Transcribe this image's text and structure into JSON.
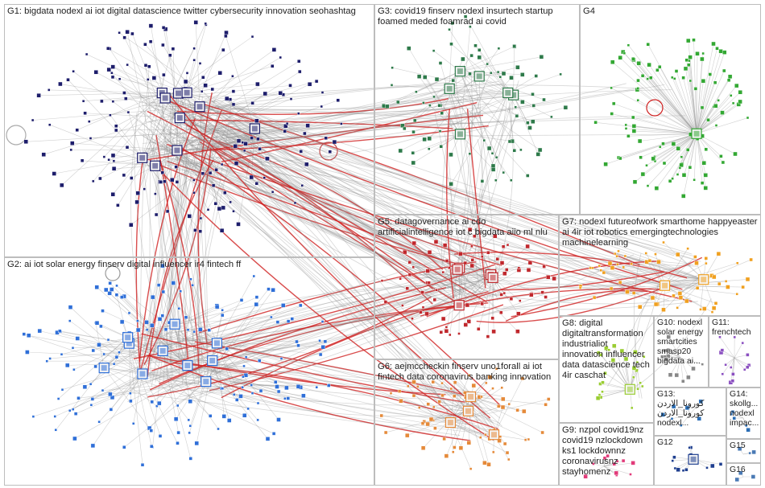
{
  "groups": [
    {
      "id": "G1",
      "label": "G1: bigdata nodexl ai iot digital datascience twitter cybersecurity innovation seohashtag",
      "color": "#1d1d6b"
    },
    {
      "id": "G2",
      "label": "G2: ai iot solar energy finserv digital influencer ir4 fintech ff",
      "color": "#2f6fd8"
    },
    {
      "id": "G3",
      "label": "G3: covid19 finserv nodexl insurtech startup foamed meded foamrad ai covid",
      "color": "#2e7a4a"
    },
    {
      "id": "G4",
      "label": "G4",
      "color": "#33a833"
    },
    {
      "id": "G5",
      "label": "G5: datagovernance ai cdo artificialintelligence iot c bigdata aiio ml nlu",
      "color": "#c0282d"
    },
    {
      "id": "G6",
      "label": "G6: aejmccheckin finserv uno1forall ai iot fintech data coronavirus banking innovation",
      "color": "#e58a3a"
    },
    {
      "id": "G7",
      "label": "G7: nodexl futureofwork smarthome happyeaster ai 4ir iot robotics emergingtechnologies machinelearning",
      "color": "#f0a020"
    },
    {
      "id": "G8",
      "label": "G8: digital digitaltransformation industrialiot innovation influencer data datascience tech 4ir caschat",
      "color": "#9acd32"
    },
    {
      "id": "G9",
      "label": "G9: nzpol covid19nz covid19 nzlockdown ks1 lockdownnz coronavirusnz stayhomenz",
      "color": "#e23b7a"
    },
    {
      "id": "G10",
      "label": "G10: nodexl solar energy smartcities smasp20 bigdata ai...",
      "color": "#888888"
    },
    {
      "id": "G11",
      "label": "G11: frenchtech",
      "color": "#8a4fc0"
    },
    {
      "id": "G12",
      "label": "G12",
      "color": "#1f3f8f"
    },
    {
      "id": "G13",
      "label": "G13: كورونا_الاردن كورونا_الاردن nodexl...",
      "color": "#2a6db5"
    },
    {
      "id": "G14",
      "label": "G14: skollg... nodexl impac...",
      "color": "#2a6db5"
    },
    {
      "id": "G15",
      "label": "G15",
      "color": "#4a7ab5"
    },
    {
      "id": "G16",
      "label": "G16",
      "color": "#4a7ab5"
    }
  ]
}
